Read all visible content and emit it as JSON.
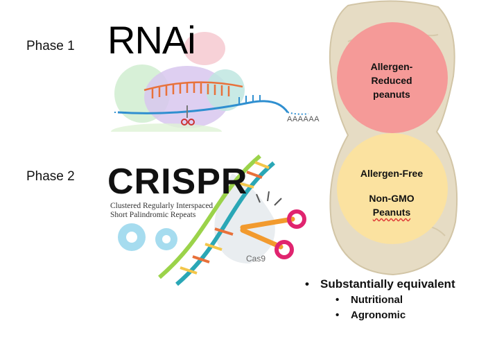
{
  "phases": {
    "phase1_label": "Phase 1",
    "phase2_label": "Phase 2"
  },
  "rnai": {
    "title": "RNAi",
    "polya": "AAAAAA"
  },
  "crispr": {
    "title": "CRISPR",
    "subtitle_line1": "Clustered Regularly Interspaced",
    "subtitle_line2": "Short Palindromic Repeats",
    "cas9_label": "Cas9"
  },
  "peanut": {
    "circle1": {
      "line1": "Allergen-",
      "line2": "Reduced",
      "line3": "peanuts",
      "color": "#f59a98"
    },
    "circle2": {
      "line1": "Allergen-Free",
      "line2": "Non-GMO",
      "line3": "Peanuts",
      "color": "#fbe2a0"
    }
  },
  "bullets": {
    "main": "Substantially equivalent",
    "sub1": "Nutritional",
    "sub2": "Agronomic",
    "bullet_glyph": "•"
  },
  "colors": {
    "peanut_shell": "#e6dcc4",
    "rna_orange": "#e8713a",
    "rna_blue": "#2f8fd0",
    "dna_green": "#9bd34a",
    "dna_teal": "#2aa7b6",
    "scissor_pink": "#e0246f",
    "gear_blue": "#a6dcef"
  }
}
